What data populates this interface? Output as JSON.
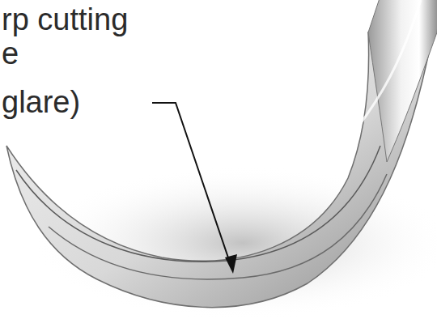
{
  "diagram": {
    "labels": [
      "rp cutting",
      "e",
      "glare)"
    ]
  }
}
